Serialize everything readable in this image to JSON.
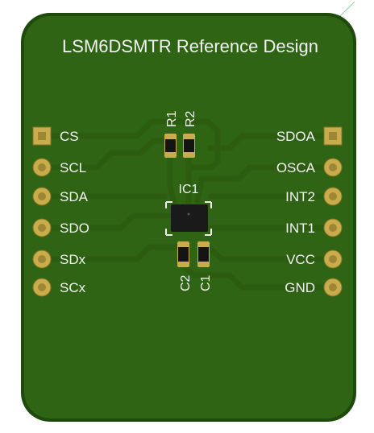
{
  "board": {
    "title": "LSM6DSMTR Reference Design",
    "colors": {
      "board": "#2f6414",
      "board_edge": "#1e4a0b",
      "copper": "#2b5c10",
      "silkscreen": "#f2f2f2",
      "pad_gold": "#c9ad4c",
      "chip": "#1a1a1a",
      "smd_body": "#141414",
      "leader_line": "#8fd0a0"
    }
  },
  "left_pins": [
    {
      "label": "CS",
      "shape": "square"
    },
    {
      "label": "SCL",
      "shape": "round"
    },
    {
      "label": "SDA",
      "shape": "round"
    },
    {
      "label": "SDO",
      "shape": "round"
    },
    {
      "label": "SDx",
      "shape": "round"
    },
    {
      "label": "SCx",
      "shape": "round"
    }
  ],
  "right_pins": [
    {
      "label": "SDOA",
      "shape": "square"
    },
    {
      "label": "OSCA",
      "shape": "round"
    },
    {
      "label": "INT2",
      "shape": "round"
    },
    {
      "label": "INT1",
      "shape": "round"
    },
    {
      "label": "VCC",
      "shape": "round"
    },
    {
      "label": "GND",
      "shape": "round"
    }
  ],
  "components": {
    "ic": {
      "ref": "IC1"
    },
    "resistors": [
      {
        "ref": "R1"
      },
      {
        "ref": "R2"
      }
    ],
    "capacitors": [
      {
        "ref": "C2"
      },
      {
        "ref": "C1"
      }
    ]
  }
}
